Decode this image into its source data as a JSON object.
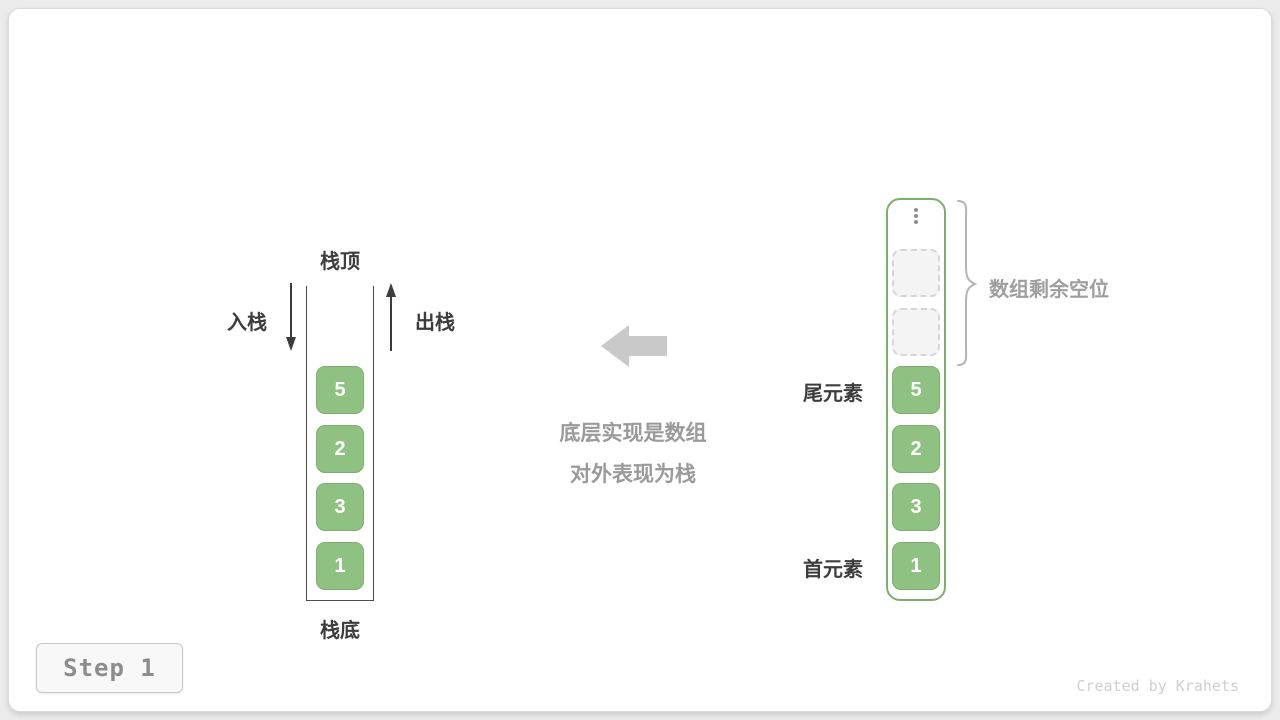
{
  "colors": {
    "green": "#8FC183",
    "green_dark": "#7CAF6E",
    "text_dark": "#3C3C3C",
    "text_gray": "#9E9E9E",
    "arrow_gray": "#C9C9C9",
    "brace_gray": "#B3B3B3",
    "step_text": "#8C8C8C"
  },
  "stack": {
    "top_label": "栈顶",
    "bottom_label": "栈底",
    "push_label": "入栈",
    "pop_label": "出栈",
    "values": [
      "5",
      "2",
      "3",
      "1"
    ]
  },
  "center": {
    "line1": "底层实现是数组",
    "line2": "对外表现为栈"
  },
  "array": {
    "empty_slots": 2,
    "values": [
      "5",
      "2",
      "3",
      "1"
    ],
    "remaining_label": "数组剩余空位",
    "tail_label": "尾元素",
    "head_label": "首元素"
  },
  "footer": {
    "step_label": "Step 1",
    "credit": "Created by Krahets"
  }
}
